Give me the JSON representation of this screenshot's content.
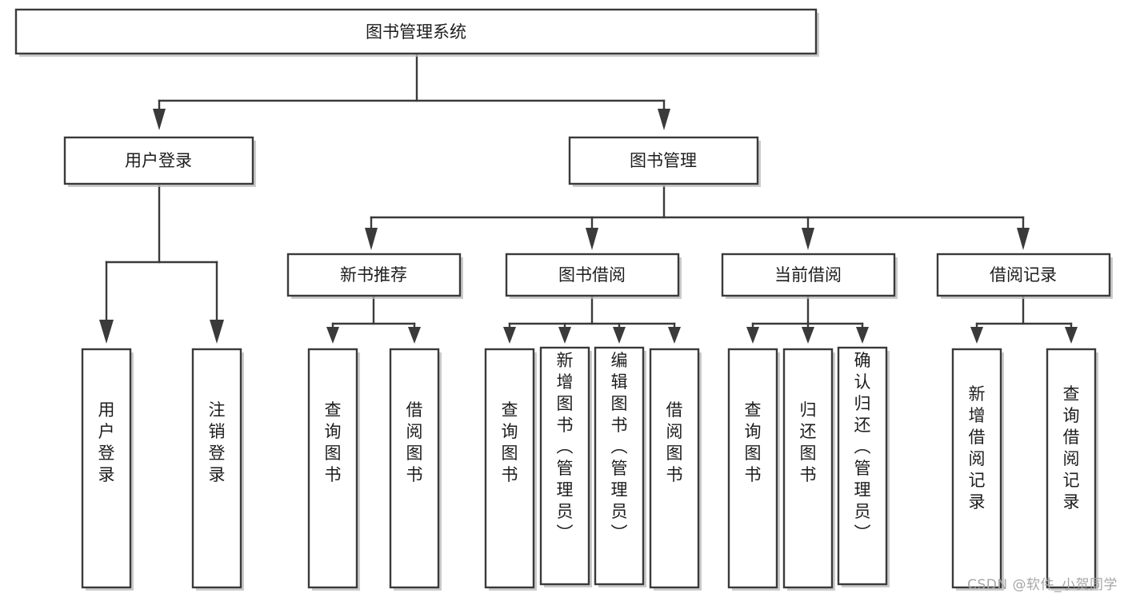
{
  "diagram": {
    "type": "tree-flowchart",
    "orientation": "top-down",
    "root": {
      "id": "root",
      "label": "图书管理系统"
    },
    "level2": [
      {
        "id": "user-login",
        "label": "用户登录"
      },
      {
        "id": "book-manage",
        "label": "图书管理"
      }
    ],
    "level3": [
      {
        "id": "new-book-rec",
        "label": "新书推荐",
        "parent": "book-manage"
      },
      {
        "id": "book-borrow",
        "label": "图书借阅",
        "parent": "book-manage"
      },
      {
        "id": "current-borrow",
        "label": "当前借阅",
        "parent": "book-manage"
      },
      {
        "id": "borrow-record",
        "label": "借阅记录",
        "parent": "book-manage"
      }
    ],
    "leaves": {
      "user-login": [
        {
          "id": "leaf-user-login",
          "label": "用户登录"
        },
        {
          "id": "leaf-user-logout",
          "label": "注销登录"
        }
      ],
      "new-book-rec": [
        {
          "id": "leaf-query-book-1",
          "label": "查询图书"
        },
        {
          "id": "leaf-borrow-book-1",
          "label": "借阅图书"
        }
      ],
      "book-borrow": [
        {
          "id": "leaf-query-book-2",
          "label": "查询图书"
        },
        {
          "id": "leaf-add-book",
          "label": "新增图书（管理员）"
        },
        {
          "id": "leaf-edit-book",
          "label": "编辑图书（管理员）"
        },
        {
          "id": "leaf-borrow-book-2",
          "label": "借阅图书"
        }
      ],
      "current-borrow": [
        {
          "id": "leaf-query-book-3",
          "label": "查询图书"
        },
        {
          "id": "leaf-return-book",
          "label": "归还图书"
        },
        {
          "id": "leaf-confirm-return",
          "label": "确认归还（管理员）"
        }
      ],
      "borrow-record": [
        {
          "id": "leaf-add-record",
          "label": "新增借阅记录"
        },
        {
          "id": "leaf-query-record",
          "label": "查询借阅记录"
        }
      ]
    }
  },
  "watermark": {
    "text": "CSDN @软件_小贺同学"
  },
  "colors": {
    "box_stroke": "#3a3a3a",
    "box_fill": "#ffffff",
    "connector": "#3a3a3a",
    "text": "#1d1d1d",
    "shadow": "#b9b9b9",
    "watermark": "#a6a6a6",
    "background": "#ffffff"
  }
}
